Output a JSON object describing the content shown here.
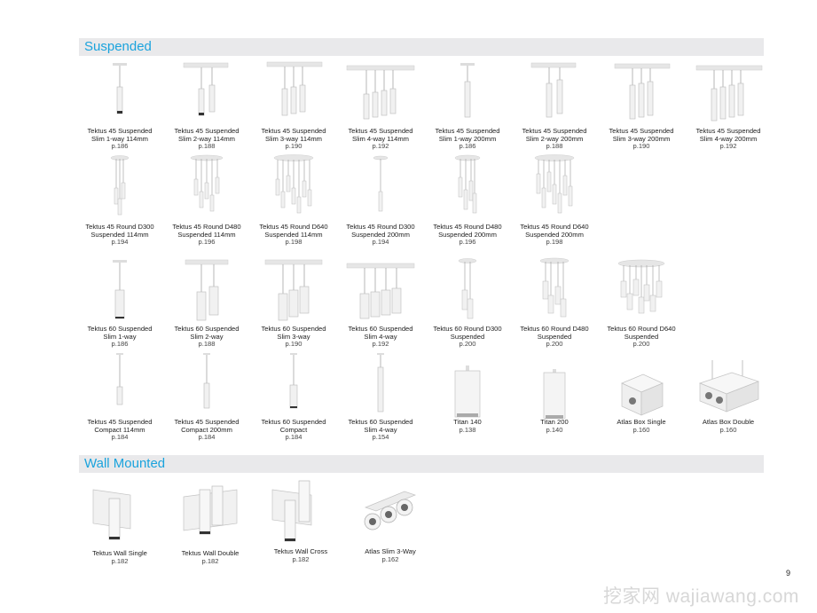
{
  "sections": {
    "suspended": "Suspended",
    "wall_mounted": "Wall Mounted"
  },
  "rows": [
    [
      {
        "name": "Tektus 45 Suspended",
        "sub": "Slim 1-way 114mm",
        "page": "p.186"
      },
      {
        "name": "Tektus 45 Suspended",
        "sub": "Slim 2-way 114mm",
        "page": "p.188"
      },
      {
        "name": "Tektus 45 Suspended",
        "sub": "Slim 3-way 114mm",
        "page": "p.190"
      },
      {
        "name": "Tektus 45 Suspended",
        "sub": "Slim 4-way 114mm",
        "page": "p.192"
      },
      {
        "name": "Tektus 45 Suspended",
        "sub": "Slim 1-way 200mm",
        "page": "p.186"
      },
      {
        "name": "Tektus 45 Suspended",
        "sub": "Slim 2-way 200mm",
        "page": "p.188"
      },
      {
        "name": "Tektus 45 Suspended",
        "sub": "Slim 3-way 200mm",
        "page": "p.190"
      },
      {
        "name": "Tektus 45 Suspended",
        "sub": "Slim 4-way 200mm",
        "page": "p.192"
      }
    ],
    [
      {
        "name": "Tektus 45 Round D300",
        "sub": "Suspended 114mm",
        "page": "p.194"
      },
      {
        "name": "Tektus 45 Round D480",
        "sub": "Suspended 114mm",
        "page": "p.196"
      },
      {
        "name": "Tektus 45 Round D640",
        "sub": "Suspended 114mm",
        "page": "p.198"
      },
      {
        "name": "Tektus 45 Round D300",
        "sub": "Suspended 200mm",
        "page": "p.194"
      },
      {
        "name": "Tektus 45 Round D480",
        "sub": "Suspended 200mm",
        "page": "p.196"
      },
      {
        "name": "Tektus 45 Round D640",
        "sub": "Suspended 200mm",
        "page": "p.198"
      }
    ],
    [
      {
        "name": "Tektus 60 Suspended",
        "sub": "Slim 1-way",
        "page": "p.186"
      },
      {
        "name": "Tektus 60 Suspended",
        "sub": "Slim 2-way",
        "page": "p.188"
      },
      {
        "name": "Tektus 60 Suspended",
        "sub": "Slim 3-way",
        "page": "p.190"
      },
      {
        "name": "Tektus 60 Suspended",
        "sub": "Slim 4-way",
        "page": "p.192"
      },
      {
        "name": "Tektus 60 Round D300",
        "sub": "Suspended",
        "page": "p.200"
      },
      {
        "name": "Tektus 60 Round D480",
        "sub": "Suspended",
        "page": "p.200"
      },
      {
        "name": "Tektus 60 Round D640",
        "sub": "Suspended",
        "page": "p.200"
      }
    ],
    [
      {
        "name": "Tektus 45 Suspended",
        "sub": "Compact 114mm",
        "page": "p.184"
      },
      {
        "name": "Tektus 45 Suspended",
        "sub": "Compact 200mm",
        "page": "p.184"
      },
      {
        "name": "Tektus 60 Suspended",
        "sub": "Compact",
        "page": "p.184"
      },
      {
        "name": "Tektus 60 Suspended",
        "sub": "Slim 4-way",
        "page": "p.154"
      },
      {
        "name": "Titan 140",
        "sub": "",
        "page": "p.138"
      },
      {
        "name": "Titan 200",
        "sub": "",
        "page": "p.140"
      },
      {
        "name": "Atlas Box Single",
        "sub": "",
        "page": "p.160"
      },
      {
        "name": "Atlas Box Double",
        "sub": "",
        "page": "p.160"
      }
    ]
  ],
  "wall": [
    {
      "name": "Tektus Wall Single",
      "page": "p.182"
    },
    {
      "name": "Tektus Wall Double",
      "page": "p.182"
    },
    {
      "name": "Tektus Wall Cross",
      "page": "p.182"
    },
    {
      "name": "Atlas Slim 3-Way",
      "page": "p.162"
    }
  ],
  "page_number": "9",
  "watermark": "挖家网 wajiawang.com"
}
